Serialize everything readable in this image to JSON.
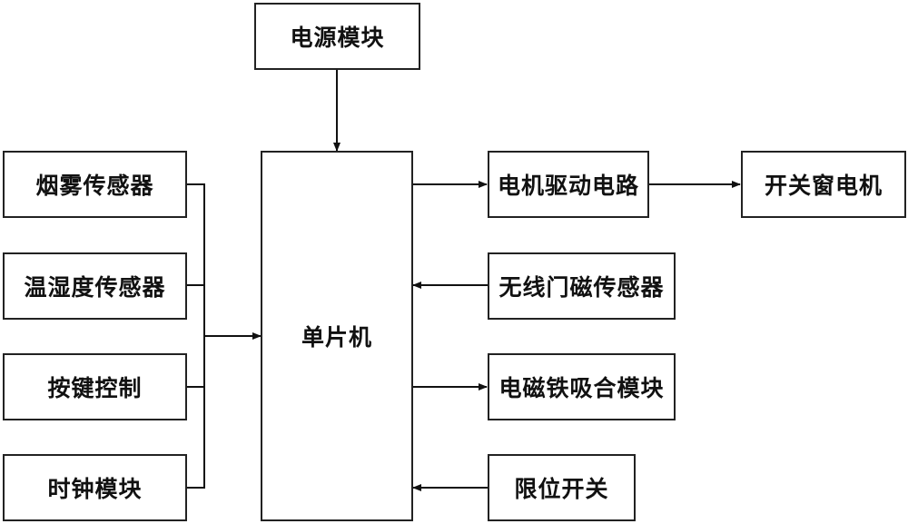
{
  "diagram": {
    "title": "",
    "nodes": {
      "power": {
        "label": "电源模块"
      },
      "mcu": {
        "label": "单片机"
      },
      "smoke": {
        "label": "烟雾传感器"
      },
      "temp_humidity": {
        "label": "温湿度传感器"
      },
      "keys": {
        "label": "按键控制"
      },
      "clock": {
        "label": "时钟模块"
      },
      "motor_driver": {
        "label": "电机驱动电路"
      },
      "window_motor": {
        "label": "开关窗电机"
      },
      "door_sensor": {
        "label": "无线门磁传感器"
      },
      "electromagnet": {
        "label": "电磁铁吸合模块"
      },
      "limit_switch": {
        "label": "限位开关"
      }
    },
    "edges": [
      {
        "from": "电源模块",
        "to": "单片机"
      },
      {
        "from": "烟雾传感器",
        "to": "单片机"
      },
      {
        "from": "温湿度传感器",
        "to": "单片机"
      },
      {
        "from": "按键控制",
        "to": "单片机"
      },
      {
        "from": "时钟模块",
        "to": "单片机"
      },
      {
        "from": "单片机",
        "to": "电机驱动电路"
      },
      {
        "from": "电机驱动电路",
        "to": "开关窗电机"
      },
      {
        "from": "无线门磁传感器",
        "to": "单片机"
      },
      {
        "from": "单片机",
        "to": "电磁铁吸合模块"
      },
      {
        "from": "限位开关",
        "to": "单片机"
      }
    ]
  }
}
